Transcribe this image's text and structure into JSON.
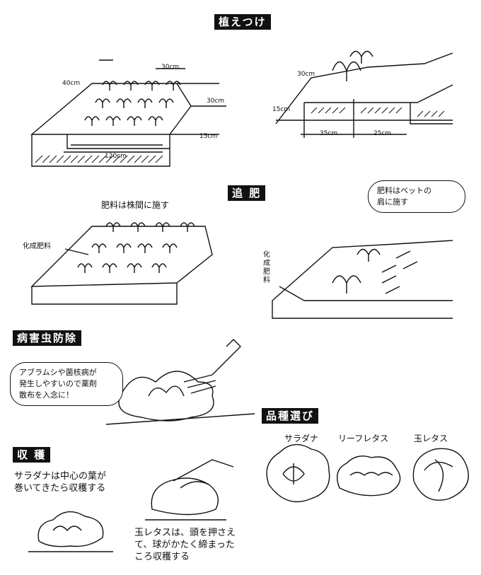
{
  "headers": {
    "planting": "植えつけ",
    "fertilize": "追 肥",
    "pest": "病害虫防除",
    "variety": "品種選び",
    "harvest": "収 穫"
  },
  "planting": {
    "dims_left": [
      "40cm",
      "30cm",
      "30cm",
      "15cm",
      "120cm"
    ],
    "dims_right": [
      "30cm",
      "15cm",
      "35cm",
      "25cm"
    ]
  },
  "fertilize": {
    "note_between": "肥料は株間に施す",
    "label_left": "化成肥料",
    "bubble": "肥料はベットの\n肩に施す",
    "label_right": "化\n成\n肥\n料"
  },
  "pest": {
    "bubble": "アブラムシや菌核病が\n発生しやすいので薬剤\n散布を入念に！"
  },
  "variety": {
    "names": [
      "サラダナ",
      "リーフレタス",
      "玉レタス"
    ]
  },
  "harvest": {
    "salad_text": "サラダナは中心の葉が\n巻いてきたら収穫する",
    "head_text": "玉レタスは、頭を押さえ\nて、球がかたく締まった\nころ収穫する"
  }
}
